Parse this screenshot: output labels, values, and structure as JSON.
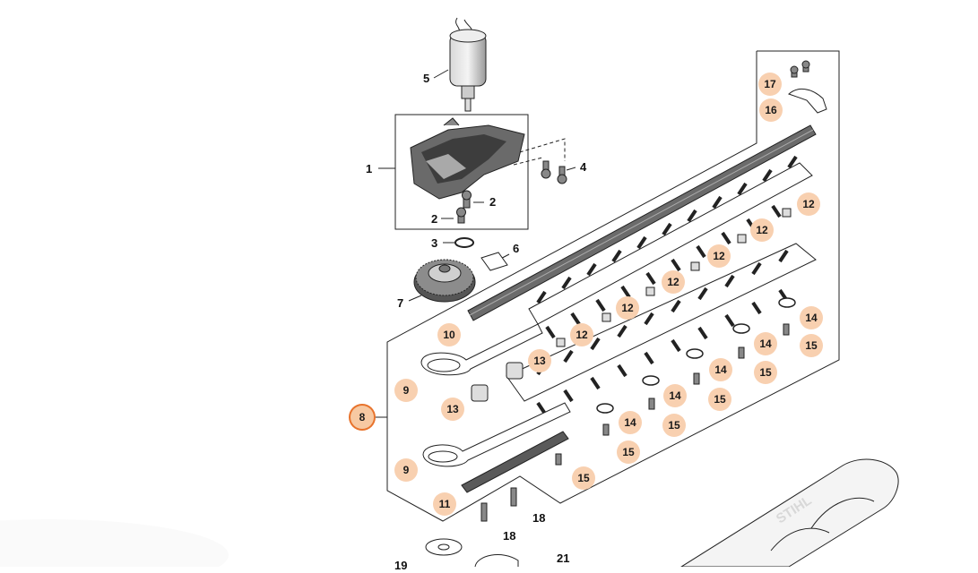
{
  "parts": {
    "p1": "1",
    "p2a": "2",
    "p2b": "2",
    "p3": "3",
    "p4": "4",
    "p5": "5",
    "p6": "6",
    "p7": "7",
    "p8": "8",
    "p9a": "9",
    "p9b": "9",
    "p10": "10",
    "p11": "11",
    "p12a": "12",
    "p12b": "12",
    "p12c": "12",
    "p12d": "12",
    "p12e": "12",
    "p12f": "12",
    "p13a": "13",
    "p13b": "13",
    "p14a": "14",
    "p14b": "14",
    "p14c": "14",
    "p14d": "14",
    "p14e": "14",
    "p15a": "15",
    "p15b": "15",
    "p15c": "15",
    "p15d": "15",
    "p15e": "15",
    "p15f": "15",
    "p16": "16",
    "p17": "17",
    "p18a": "18",
    "p18b": "18",
    "p19": "19",
    "p21": "21"
  },
  "guard_logo": "STIHL",
  "colors": {
    "badge_fill": "#f8d0b0",
    "selected_ring": "#e8732c",
    "line": "#222222"
  }
}
